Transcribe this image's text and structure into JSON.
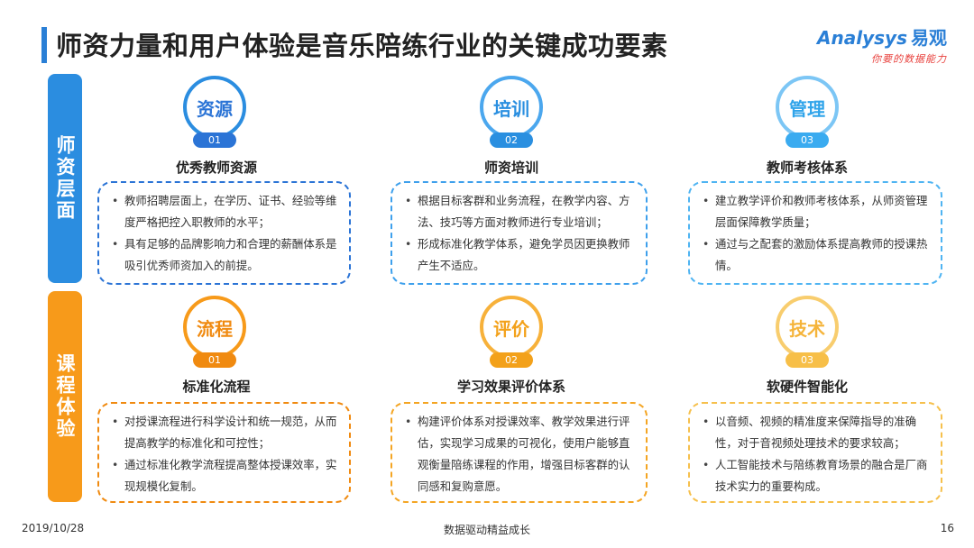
{
  "title": "师资力量和用户体验是音乐陪练行业的关键成功要素",
  "logo": {
    "brand": "Analysys",
    "brand_cn": "易观",
    "slogan": "你要的数据能力"
  },
  "colors": {
    "blue": "#2b74d6",
    "orange": "#f08a10"
  },
  "sections": [
    {
      "label": "师资层面"
    },
    {
      "label": "课程体验"
    }
  ],
  "items": [
    {
      "circle": "资源",
      "num": "01",
      "title": "优秀教师资源",
      "bullets": [
        "教师招聘层面上，在学历、证书、经验等维度严格把控入职教师的水平；",
        "具有足够的品牌影响力和合理的薪酬体系是吸引优秀师资加入的前提。"
      ]
    },
    {
      "circle": "培训",
      "num": "02",
      "title": "师资培训",
      "bullets": [
        "根据目标客群和业务流程，在教学内容、方法、技巧等方面对教师进行专业培训；",
        "形成标准化教学体系，避免学员因更换教师产生不适应。"
      ]
    },
    {
      "circle": "管理",
      "num": "03",
      "title": "教师考核体系",
      "bullets": [
        "建立教学评价和教师考核体系，从师资管理层面保障教学质量；",
        "通过与之配套的激励体系提高教师的授课热情。"
      ]
    },
    {
      "circle": "流程",
      "num": "01",
      "title": "标准化流程",
      "bullets": [
        "对授课流程进行科学设计和统一规范，从而提高教学的标准化和可控性；",
        "通过标准化教学流程提高整体授课效率，实现规模化复制。"
      ]
    },
    {
      "circle": "评价",
      "num": "02",
      "title": "学习效果评价体系",
      "bullets": [
        "构建评价体系对授课效率、教学效果进行评估，实现学习成果的可视化，使用户能够直观衡量陪练课程的作用，增强目标客群的认同感和复购意愿。"
      ]
    },
    {
      "circle": "技术",
      "num": "03",
      "title": "软硬件智能化",
      "bullets": [
        "以音频、视频的精准度来保障指导的准确性，对于音视频处理技术的要求较高；",
        "人工智能技术与陪练教育场景的融合是厂商技术实力的重要构成。"
      ]
    }
  ],
  "footer": {
    "date": "2019/10/28",
    "center": "数据驱动精益成长",
    "page": "16"
  }
}
